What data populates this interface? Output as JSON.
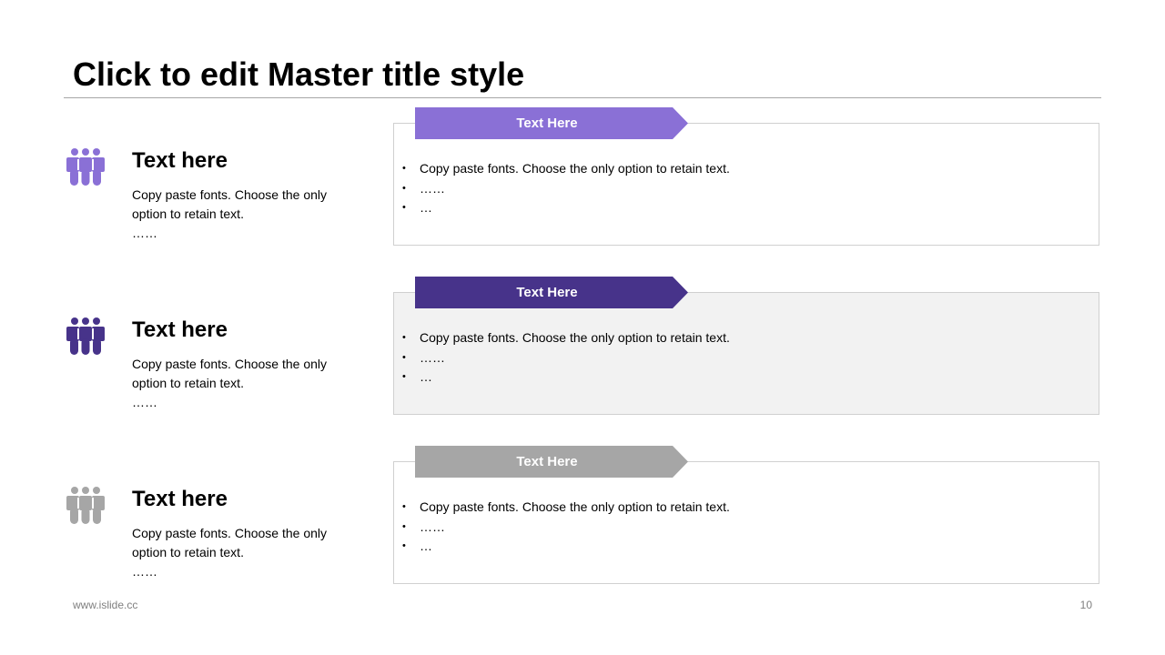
{
  "title": "Click to edit Master title style",
  "footer": {
    "website": "www.islide.cc",
    "page_number": "10"
  },
  "rows": [
    {
      "color": "#8a70d6",
      "filled": false,
      "icon": "people-group-icon",
      "heading": "Text here",
      "body_lines": [
        "Copy paste fonts. Choose the only",
        "option to retain text.",
        "……"
      ],
      "banner_label": "Text Here",
      "bullets": [
        "Copy paste fonts. Choose the only option to retain text.",
        "……",
        "…"
      ]
    },
    {
      "color": "#47338a",
      "filled": true,
      "icon": "people-group-icon",
      "heading": "Text here",
      "body_lines": [
        "Copy paste fonts. Choose the only",
        "option to retain text.",
        "……"
      ],
      "banner_label": "Text Here",
      "bullets": [
        "Copy paste fonts. Choose the only option to retain text.",
        "……",
        "…"
      ]
    },
    {
      "color": "#a6a6a6",
      "filled": false,
      "icon": "people-group-icon",
      "heading": "Text here",
      "body_lines": [
        "Copy paste fonts. Choose the only",
        "option to retain text.",
        "……"
      ],
      "banner_label": "Text Here",
      "bullets": [
        "Copy paste fonts. Choose the only option to retain text.",
        "……",
        "…"
      ]
    }
  ]
}
